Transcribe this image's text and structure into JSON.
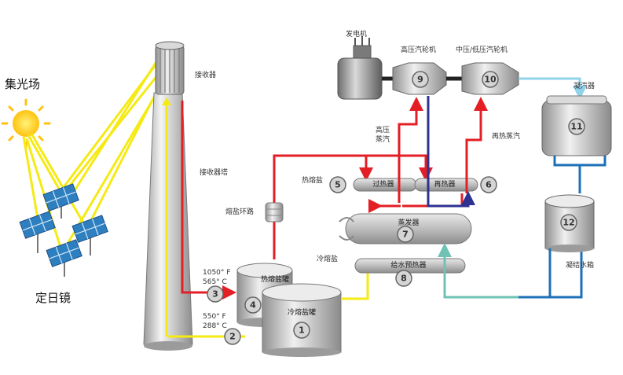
{
  "labels": {
    "heliostat_field": "集光场",
    "heliostat": "定日镜",
    "receiver": "接收器",
    "receiver_tower": "接收器塔",
    "salt_loop": "熔盐环路",
    "hot_salt": "热熔盐",
    "cold_salt": "冷熔盐",
    "generator": "发电机",
    "hp_turbine": "高压汽轮机",
    "lp_turbine": "中压/低压汽轮机",
    "condenser": "凝汽器",
    "hp_steam_line1": "高压",
    "hp_steam_line2": "蒸汽",
    "reheat_steam": "再热蒸汽",
    "superheater": "过热器",
    "reheater": "再热器",
    "evaporator": "蒸发器",
    "feedwater_heater": "给水预热器",
    "hot_tank": "热熔盐罐",
    "cold_tank": "冷熔盐罐",
    "condensate_tank": "凝结水箱",
    "hot_temp_f": "1050° F",
    "hot_temp_c": "565° C",
    "cold_temp_f": "550° F",
    "cold_temp_c": "288° C"
  },
  "numbers": [
    "1",
    "2",
    "3",
    "4",
    "5",
    "6",
    "7",
    "8",
    "9",
    "10",
    "11",
    "12"
  ],
  "colors": {
    "hot": "#e31e24",
    "cold": "#f5ea14",
    "steam_reheat": "#2e3192",
    "water": "#1d70b7",
    "cooling": "#8fd3ea",
    "feed": "#6fc2b4",
    "sun": "#ffcc00",
    "metal": "#c9c9c9"
  }
}
